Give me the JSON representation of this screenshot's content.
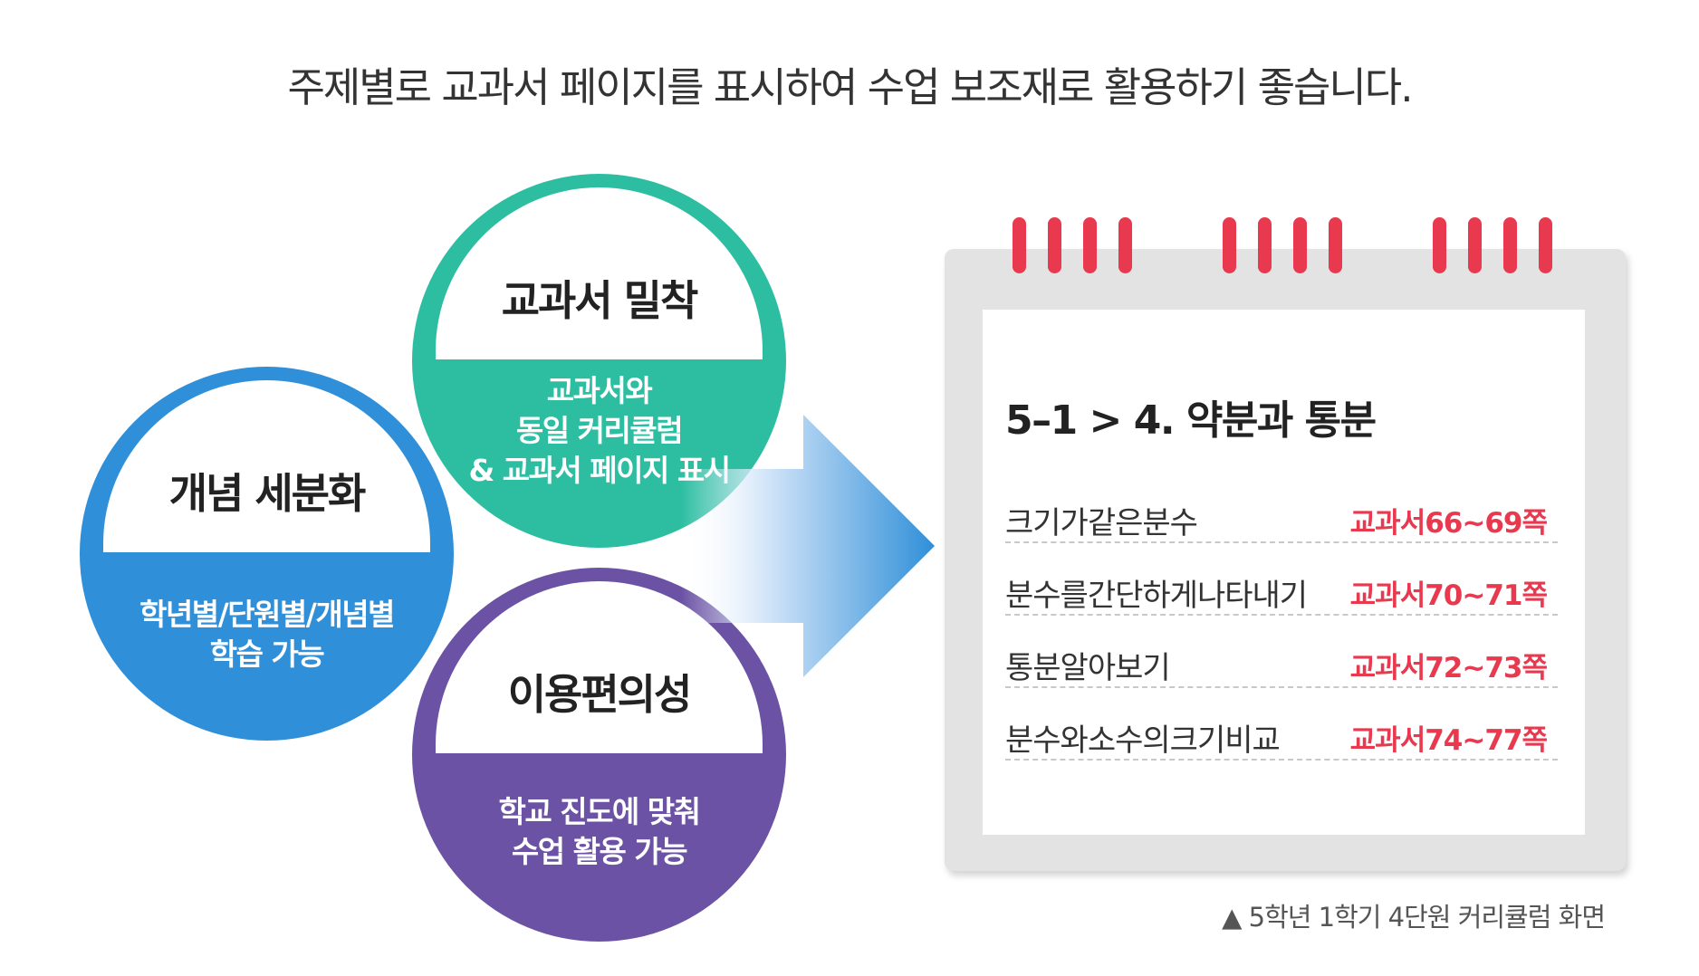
{
  "headline": "주제별로 교과서 페이지를 표시하여 수업 보조재로 활용하기 좋습니다.",
  "colors": {
    "blue": "#2f8fd8",
    "green": "#2dbea2",
    "purple": "#6b52a5",
    "red": "#e8394e",
    "panel_gray": "#e3e3e3"
  },
  "features": {
    "concept": {
      "title": "개념 세분화",
      "line1": "학년별/단원별/개념별",
      "line2": "학습 가능"
    },
    "textbook": {
      "title": "교과서 밀착",
      "line1": "교과서와",
      "line2": "동일 커리큘럼",
      "line3": "& 교과서 페이지 표시"
    },
    "convenience": {
      "title": "이용편의성",
      "line1": "학교 진도에 맞춰",
      "line2": "수업 활용 가능"
    }
  },
  "calendar": {
    "title": "5–1 > 4. 약분과 통분",
    "topics": [
      {
        "name": "크기가같은분수",
        "pages": "교과서66~69쪽"
      },
      {
        "name": "분수를간단하게나타내기",
        "pages": "교과서70~71쪽"
      },
      {
        "name": "통분알아보기",
        "pages": "교과서72~73쪽"
      },
      {
        "name": "분수와소수의크기비교",
        "pages": "교과서74~77쪽"
      }
    ]
  },
  "caption": "▲ 5학년 1학기 4단원 커리큘럼 화면"
}
